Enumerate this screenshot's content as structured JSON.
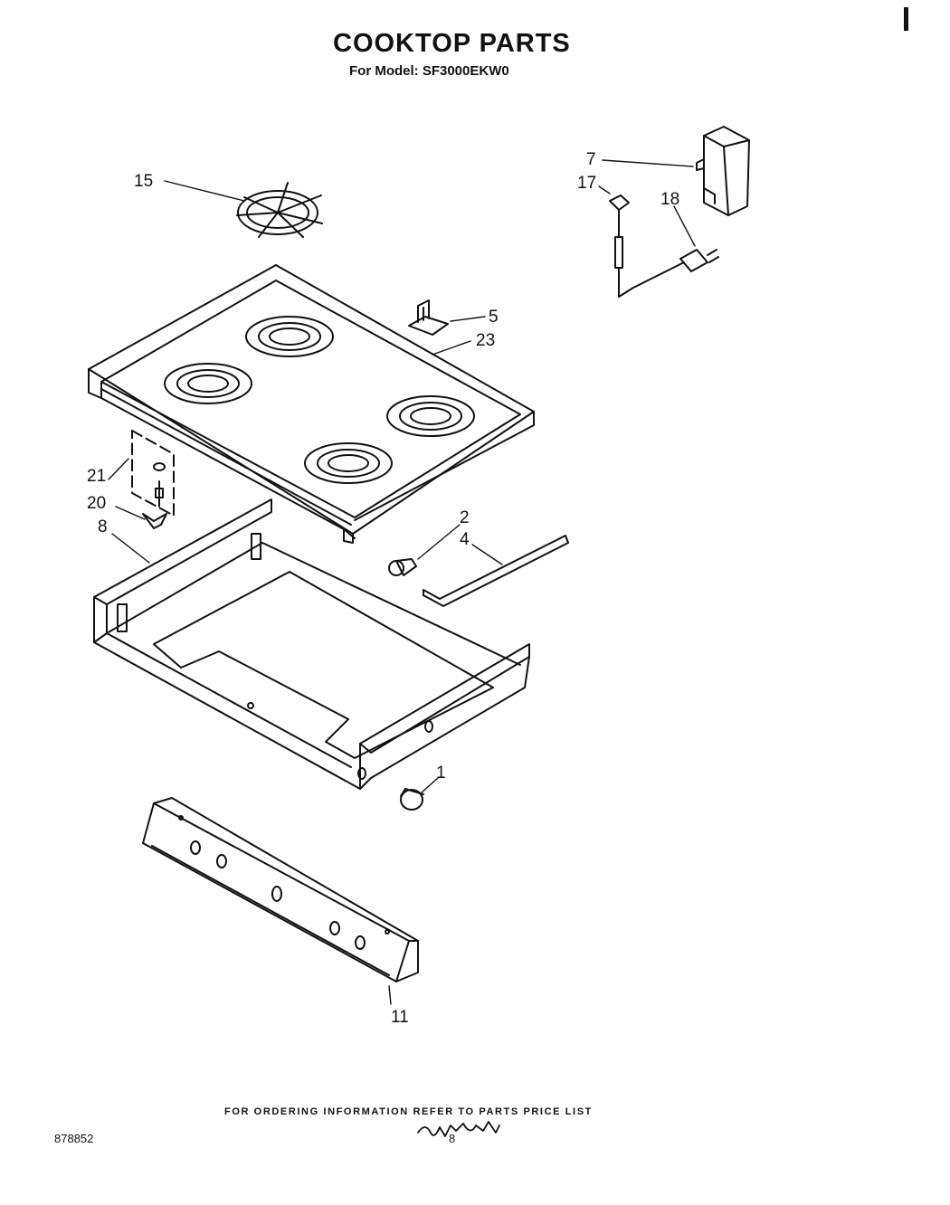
{
  "header": {
    "title": "COOKTOP PARTS",
    "subtitle": "For Model: SF3000EKW0"
  },
  "callouts": {
    "p1": "1",
    "p2": "2",
    "p4": "4",
    "p5": "5",
    "p7": "7",
    "p8": "8",
    "p11": "11",
    "p15": "15",
    "p17": "17",
    "p18": "18",
    "p20": "20",
    "p21": "21",
    "p23": "23"
  },
  "footer": {
    "note": "FOR ORDERING INFORMATION REFER TO PARTS PRICE LIST",
    "doc_number": "878852",
    "page_number": "8"
  },
  "colors": {
    "ink": "#111111",
    "paper": "#ffffff"
  }
}
